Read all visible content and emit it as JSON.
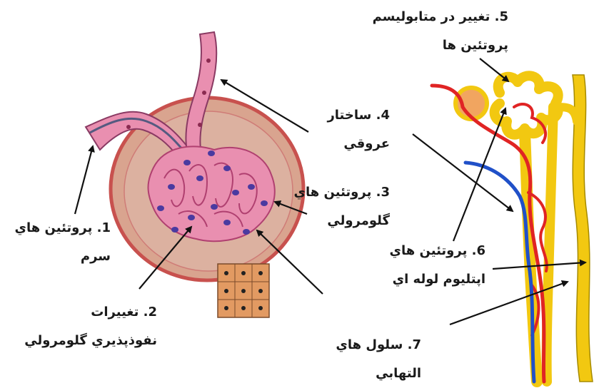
{
  "labels": [
    {
      "num": "1.",
      "line1": "پروتئين هاي",
      "line2": "سرم"
    },
    {
      "num": "2.",
      "line1": "تغييرات",
      "line2": "نفوذپذيري گلومرولي"
    },
    {
      "num": "3.",
      "line1": "پروتئين هاي",
      "line2": "گلومرولي"
    },
    {
      "num": "4.",
      "line1": "ساختار",
      "line2": "عروقي"
    },
    {
      "num": "5.",
      "line1": "تغيير در متابوليسم",
      "line2": "پروتئين ها"
    },
    {
      "num": "6.",
      "line1": "پروتئين هاي",
      "line2": "اپتليوم لوله اي"
    },
    {
      "num": "7.",
      "line1": "سلول هاي",
      "line2": "التهابي"
    }
  ],
  "colors": {
    "capsule_fill": "#d9a48f",
    "capsule_edge": "#c8514e",
    "capillary_fill": "#e98fb0",
    "capillary_edge": "#b04070",
    "nuclei": "#4a3aa0",
    "vessel_red": "#e02424",
    "vessel_blue": "#2050c8",
    "tubule_yellow": "#f2c811",
    "tubule_edge": "#a58a00",
    "epithelium": "#e29a62",
    "arrow": "#111111"
  }
}
